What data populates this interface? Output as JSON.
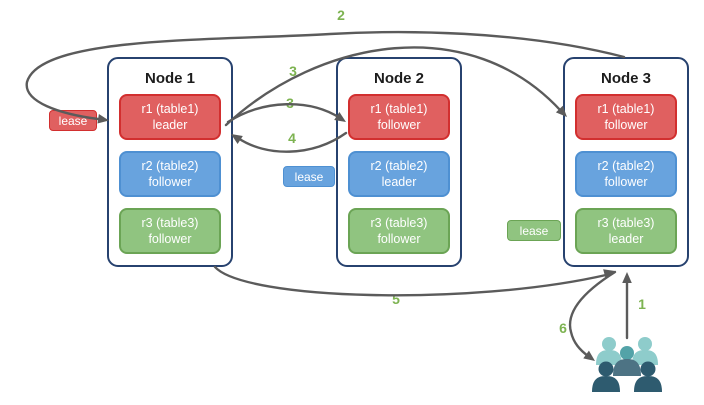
{
  "nodes": [
    {
      "title": "Node 1",
      "replicas": [
        {
          "name": "r1 (table1)",
          "role": "leader",
          "color": "red"
        },
        {
          "name": "r2 (table2)",
          "role": "follower",
          "color": "blue"
        },
        {
          "name": "r3 (table3)",
          "role": "follower",
          "color": "green"
        }
      ]
    },
    {
      "title": "Node 2",
      "replicas": [
        {
          "name": "r1 (table1)",
          "role": "follower",
          "color": "red"
        },
        {
          "name": "r2 (table2)",
          "role": "leader",
          "color": "blue"
        },
        {
          "name": "r3 (table3)",
          "role": "follower",
          "color": "green"
        }
      ]
    },
    {
      "title": "Node 3",
      "replicas": [
        {
          "name": "r1 (table1)",
          "role": "follower",
          "color": "red"
        },
        {
          "name": "r2 (table2)",
          "role": "follower",
          "color": "blue"
        },
        {
          "name": "r3 (table3)",
          "role": "leader",
          "color": "green"
        }
      ]
    }
  ],
  "leases": {
    "red": "lease",
    "blue": "lease",
    "green": "lease"
  },
  "steps": {
    "s1": "1",
    "s2": "2",
    "s3a": "3",
    "s3b": "3",
    "s4": "4",
    "s5": "5",
    "s6": "6"
  },
  "colors": {
    "node-border": "#27426f",
    "red-fill": "#e06060",
    "red-border": "#d22f2f",
    "blue-fill": "#68a3de",
    "blue-border": "#4e90d2",
    "green-fill": "#90c480",
    "green-border": "#6ba455",
    "step": "#7db351",
    "arrow": "#5b5b5b",
    "title": "#1c1c1c",
    "people-light": "#8ecccb",
    "people-mid": "#53a3a8",
    "people-slate": "#4d7384",
    "people-dark": "#2e5b6f"
  }
}
